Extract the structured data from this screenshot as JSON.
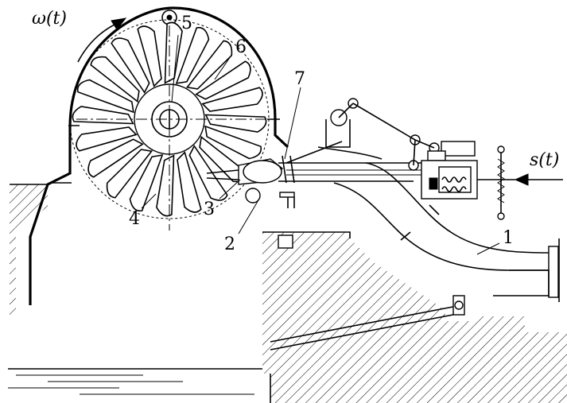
{
  "figure": {
    "omega_label": "ω(t)",
    "s_label": "s(t)",
    "part_labels": [
      "1",
      "2",
      "3",
      "4",
      "5",
      "6",
      "7"
    ]
  },
  "colors": {
    "ink": "#000000",
    "paper": "#ffffff"
  }
}
